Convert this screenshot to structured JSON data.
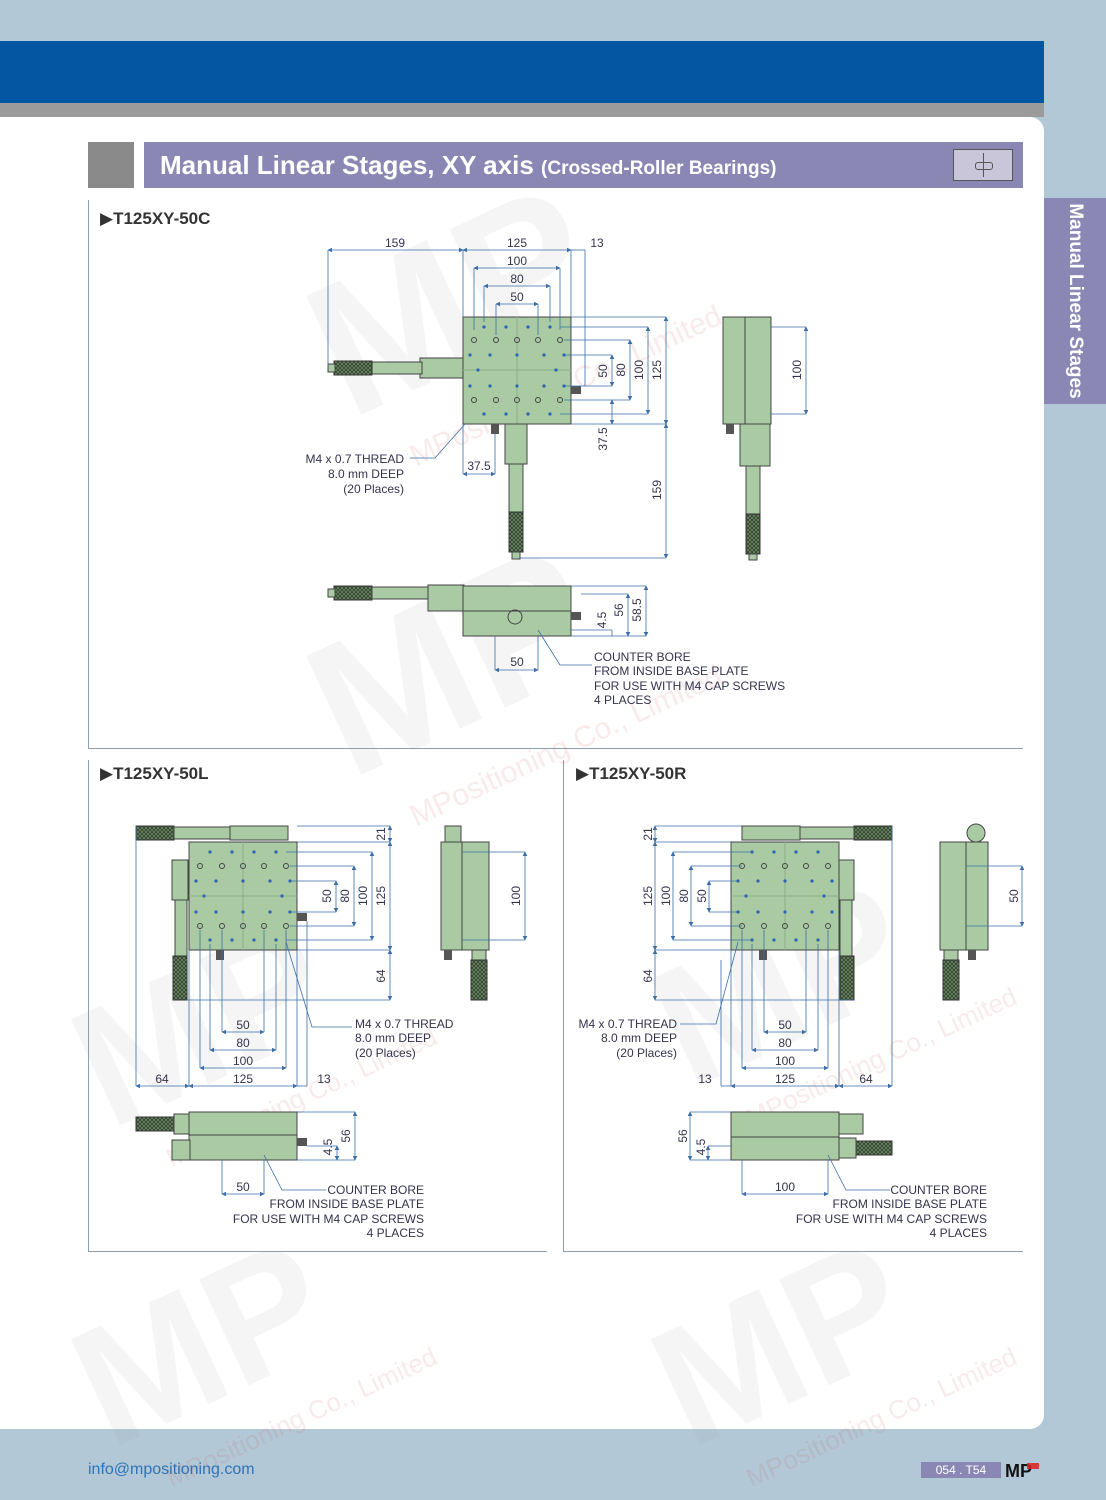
{
  "header": {
    "title_main": "Manual Linear Stages, XY axis",
    "title_sub": "(Crossed-Roller Bearings)",
    "side_tab": "Manual Linear Stages"
  },
  "colors": {
    "top_bar": "#0456a3",
    "accent_purple": "#8b87b4",
    "stage_green": "#a9caa3",
    "dimension_line": "#3b6ea8"
  },
  "drawings": {
    "c": {
      "model": "T125XY-50C",
      "dims": {
        "d159": "159",
        "d125": "125",
        "d13": "13",
        "d100": "100",
        "d80": "80",
        "d50": "50",
        "v50": "50",
        "v80": "80",
        "v100": "100",
        "v125": "125",
        "v37_5": "37.5",
        "v159": "159",
        "h37_5": "37.5",
        "side100": "100",
        "b4_5": "4.5",
        "b56": "56",
        "b58_5": "58.5",
        "b50": "50"
      },
      "thread_note": [
        "M4 x 0.7 THREAD",
        "8.0 mm DEEP",
        "(20 Places)"
      ],
      "bore_note": [
        "COUNTER BORE",
        "FROM INSIDE BASE PLATE",
        "FOR USE WITH M4 CAP SCREWS",
        "4 PLACES"
      ]
    },
    "l": {
      "model": "T125XY-50L",
      "dims": {
        "v21": "21",
        "v50": "50",
        "v80": "80",
        "v100": "100",
        "v125": "125",
        "v64": "64",
        "h50": "50",
        "h80": "80",
        "h100": "100",
        "h64": "64",
        "h125": "125",
        "h13": "13",
        "side100": "100",
        "b4_5": "4.5",
        "b56": "56",
        "b50": "50"
      },
      "thread_note": [
        "M4 x 0.7 THREAD",
        "8.0 mm DEEP",
        "(20 Places)"
      ],
      "bore_note": [
        "COUNTER BORE",
        "FROM INSIDE BASE PLATE",
        "FOR USE WITH M4 CAP SCREWS",
        "4 PLACES"
      ]
    },
    "r": {
      "model": "T125XY-50R",
      "dims": {
        "v21": "21",
        "v125": "125",
        "v100": "100",
        "v80": "80",
        "v50": "50",
        "v64": "64",
        "h50": "50",
        "h80": "80",
        "h100": "100",
        "h13": "13",
        "h125": "125",
        "h64": "64",
        "side50": "50",
        "b56": "56",
        "b4_5": "4.5",
        "b100": "100"
      },
      "thread_note": [
        "M4 x 0.7 THREAD",
        "8.0 mm DEEP",
        "(20 Places)"
      ],
      "bore_note": [
        "COUNTER BORE",
        "FROM INSIDE BASE PLATE",
        "FOR USE WITH M4 CAP SCREWS",
        "4 PLACES"
      ]
    }
  },
  "watermark": {
    "logo_letters": "MP",
    "text": "MPositioning Co., Limited"
  },
  "footer": {
    "email": "info@mpositioning.com",
    "page": "054 . T54",
    "logo": "MP"
  }
}
